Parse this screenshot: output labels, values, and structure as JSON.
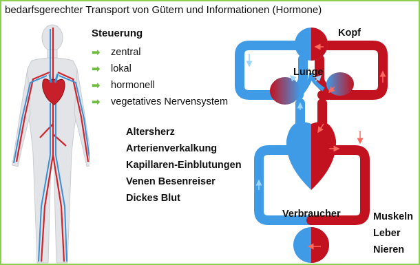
{
  "title": "bedarfsgerechter Transport von Gütern und Informationen (Hormone)",
  "steuerung": {
    "heading": "Steuerung",
    "items": [
      "zentral",
      "lokal",
      "hormonell",
      "vegetatives Nervensystem"
    ]
  },
  "problems": [
    "Altersherz",
    "Arterienverkalkung",
    "Kapillaren-Einblutungen",
    "Venen  Besenreiser",
    "Dickes Blut"
  ],
  "diagram": {
    "kopf": "Kopf",
    "lunge": "Lunge",
    "verbraucher": "Verbraucher",
    "organs": [
      "Muskeln",
      "Leber",
      "Nieren"
    ]
  },
  "colors": {
    "venous": "#3f9be6",
    "arterial": "#c3121f",
    "bullet_arrow": "#6cbf3a",
    "frame": "#8ccf4f"
  },
  "icons": {
    "bullet": "right-arrow-icon"
  }
}
